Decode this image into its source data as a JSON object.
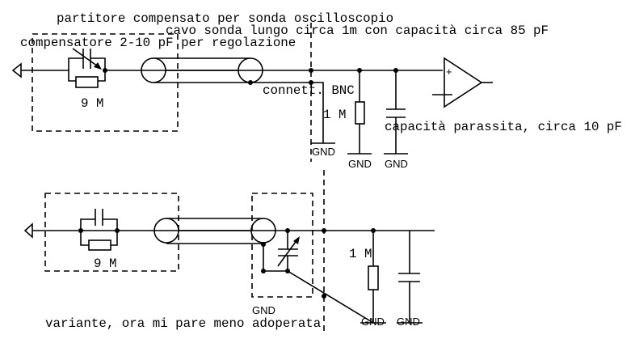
{
  "top_circuit": {
    "title": "partitore compensato per sonda oscilloscopio",
    "cable_label": "cavo sonda lungo circa 1m con capacità circa 85  pF",
    "trimmer_label": "compensatore 2-10 pF per regolazione",
    "series_resistor": "9 M",
    "connector_label": "connett. BNC",
    "input_resistor": "1 M",
    "parasitic_label": "capacità parassita, circa 10 pF",
    "gnd_labels": [
      "GND",
      "GND",
      "GND"
    ],
    "opamp_plus": "+"
  },
  "bottom_circuit": {
    "series_resistor": "9 M",
    "input_resistor": "1 M",
    "gnd_probe": "GND",
    "gnd_labels": [
      "GND",
      "GND"
    ],
    "caption": "variante, ora mi pare meno adoperata"
  }
}
